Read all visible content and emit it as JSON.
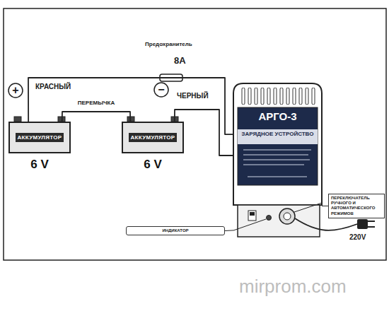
{
  "diagram": {
    "nodes": [
      {
        "text": [
          "АККУМУЛЯТОР",
          "6 V"
        ]
      },
      {
        "text": [
          "АККУМУЛЯТОР",
          "6 V"
        ]
      },
      {
        "text": [
          "АРГО-3",
          "ЗАРЯДНОЕ УСТРОЙСТВО"
        ]
      },
      {
        "text": [
          "ПЕРЕКЛЮЧАТЕЛЬ РУЧНОГО И АВТОМАТИЧЕСКОГО РЕЖИМОВ"
        ]
      },
      {
        "text": [
          "ИНДИКАТОР"
        ]
      }
    ],
    "edges": [
      {
        "from": 0,
        "to": 1,
        "arrow": "none",
        "label": "ПЕРЕМЫЧКА"
      },
      {
        "from": 0,
        "to": 2,
        "arrow": "none"
      },
      {
        "from": 1,
        "to": 2,
        "arrow": "none"
      },
      {
        "from": 3,
        "to": 2,
        "arrow": "none"
      },
      {
        "from": 4,
        "to": 2,
        "arrow": "none"
      }
    ],
    "labels": [
      "Предохранитель",
      "8А",
      "+",
      "КРАСНЫЙ",
      "−",
      "ЧЕРНЫЙ",
      "220V",
      "mirprom.com"
    ]
  }
}
